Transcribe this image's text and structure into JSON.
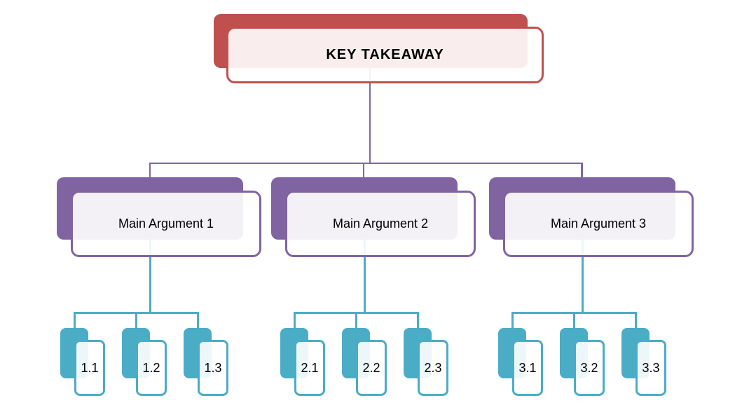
{
  "diagram": {
    "root": {
      "label": "KEY TAKEAWAY"
    },
    "branches": [
      {
        "label": "Main Argument 1",
        "children": [
          "1.1",
          "1.2",
          "1.3"
        ]
      },
      {
        "label": "Main Argument 2",
        "children": [
          "2.1",
          "2.2",
          "2.3"
        ]
      },
      {
        "label": "Main Argument 3",
        "children": [
          "3.1",
          "3.2",
          "3.3"
        ]
      }
    ]
  },
  "palette": {
    "root_fill": "#C0504D",
    "root_tint": "#F8EDED",
    "branch_fill": "#8064A2",
    "branch_tint": "#F1EFF5",
    "leaf_fill": "#4BACC6",
    "leaf_tint": "#EDF5F9",
    "branch_connector": "#8066A8",
    "leaf_connector": "#4BACC6",
    "text": "#000000",
    "background": "#FFFFFF"
  }
}
